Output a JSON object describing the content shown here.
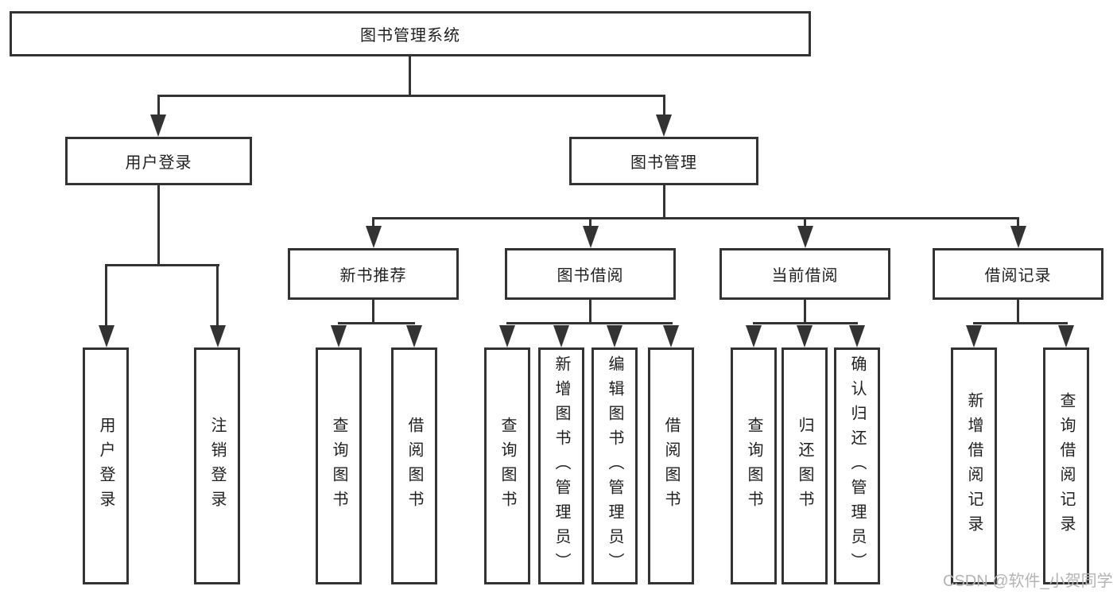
{
  "diagram": {
    "type": "hierarchy-tree",
    "colors": {
      "background": "#ffffff",
      "line": "#333333",
      "box_border": "#333333",
      "text": "#1f1f1f",
      "watermark_text": "#b4b4b4"
    },
    "tree": {
      "label": "图书管理系统",
      "children": [
        {
          "label": "用户登录",
          "children": [
            {
              "label": "用户登录"
            },
            {
              "label": "注销登录"
            }
          ]
        },
        {
          "label": "图书管理",
          "children": [
            {
              "label": "新书推荐",
              "children": [
                {
                  "label": "查询图书"
                },
                {
                  "label": "借阅图书"
                }
              ]
            },
            {
              "label": "图书借阅",
              "children": [
                {
                  "label": "查询图书"
                },
                {
                  "label": "新增图书（管理员）"
                },
                {
                  "label": "编辑图书（管理员）"
                },
                {
                  "label": "借阅图书"
                }
              ]
            },
            {
              "label": "当前借阅",
              "children": [
                {
                  "label": "查询图书"
                },
                {
                  "label": "归还图书"
                },
                {
                  "label": "确认归还（管理员）"
                }
              ]
            },
            {
              "label": "借阅记录",
              "children": [
                {
                  "label": "新增借阅记录"
                },
                {
                  "label": "查询借阅记录"
                }
              ]
            }
          ]
        }
      ]
    },
    "watermark": "CSDN @软件_小贺同学"
  }
}
